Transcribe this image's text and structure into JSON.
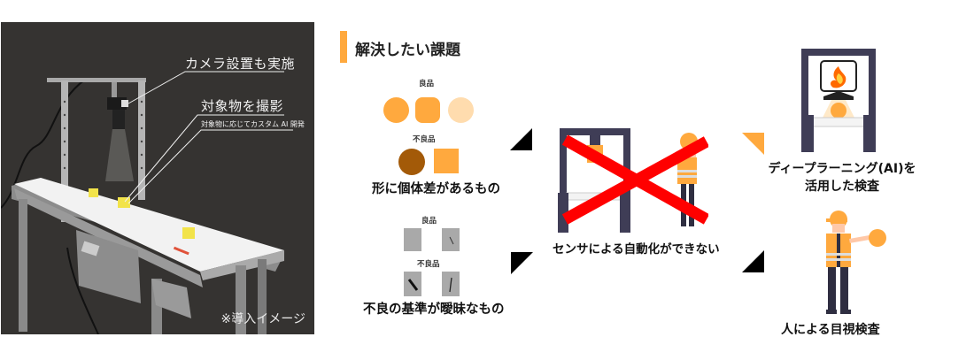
{
  "photo": {
    "callout_camera": "カメラ設置も実施",
    "callout_target": "対象物を撮影",
    "callout_target_sub": "対象物に応じてカスタム AI 開発",
    "note": "※導入イメージ"
  },
  "title": "解決したい課題",
  "left_column": {
    "shape_example": {
      "good_label": "良品",
      "bad_label": "不良品",
      "caption": "形に個体差があるもの"
    },
    "defect_example": {
      "good_label": "良品",
      "bad_label": "不良品",
      "caption": "不良の基準が曖昧なもの"
    }
  },
  "center": {
    "caption": "センサによる自動化ができない"
  },
  "right_column": {
    "ai_caption_line1": "ディープラーニング(AI)を",
    "ai_caption_line2": "活用した検査",
    "human_caption": "人による目視検査"
  },
  "colors": {
    "accent_orange": "#ffa93e",
    "light_orange": "#ffdcae",
    "dark_brown": "#a35a08",
    "cross_red": "#ff0000",
    "machine_navy": "#3f3d56",
    "photo_bg": "#353331",
    "gray_card": "#a9a9a9"
  }
}
